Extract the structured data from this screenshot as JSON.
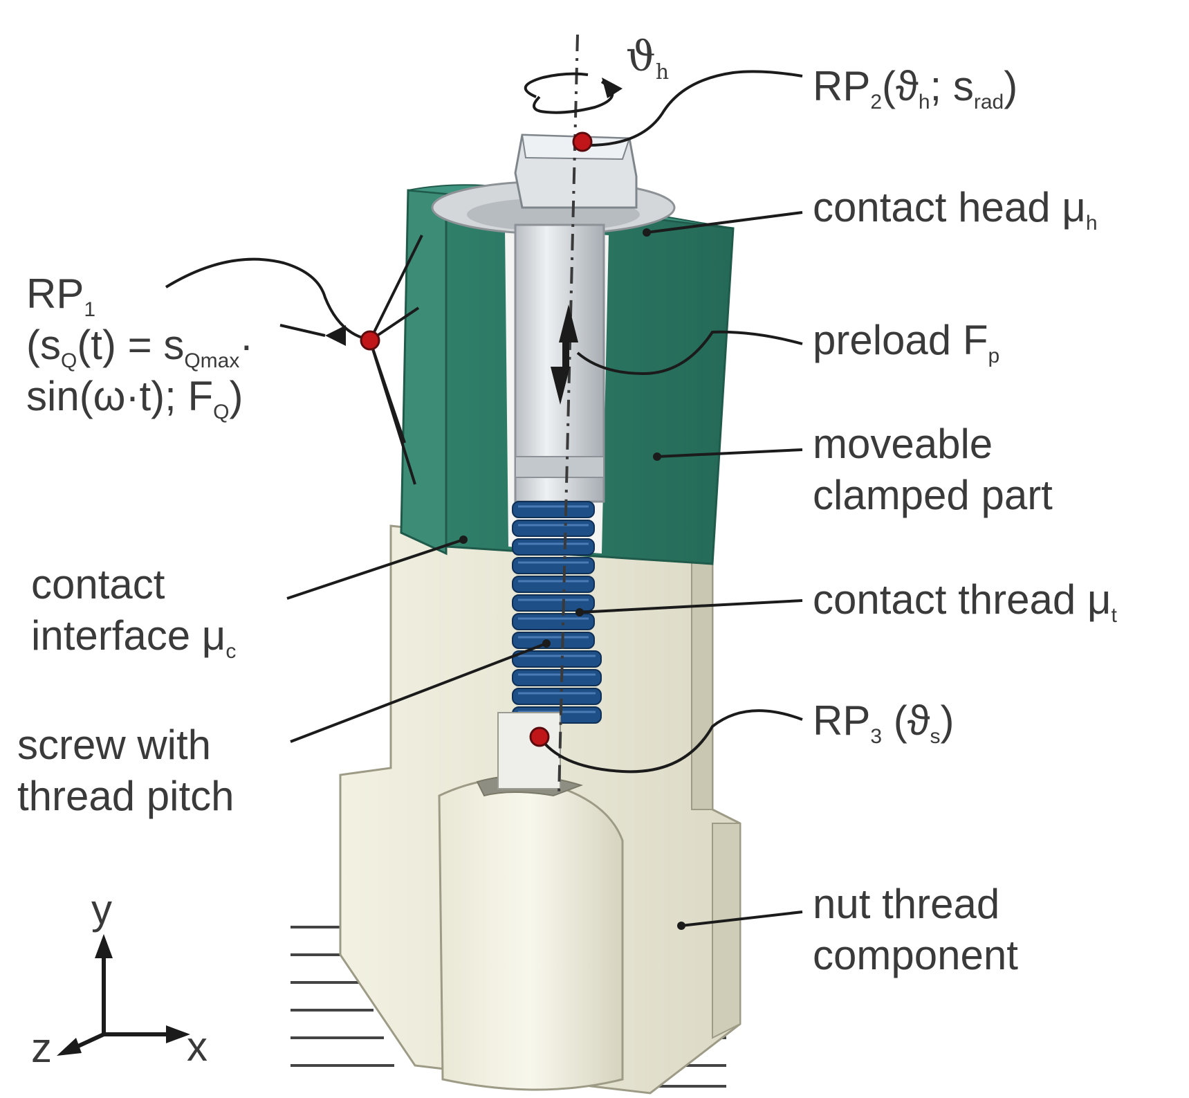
{
  "colors": {
    "clamped_part": "#2e7b66",
    "nut_component": "#efeedd",
    "screw_shank": "#d9dde0",
    "screw_thread": "#1f4f87",
    "reference_point": "#c0161a",
    "text": "#3a3a3a"
  },
  "labels": {
    "rotation_head": {
      "sym": "ϑ",
      "sub": "h"
    },
    "rp2": {
      "main": "RP",
      "sub1": "2",
      "mid": "(ϑ",
      "sub2": "h",
      "mid2": "; s",
      "sub3": "rad",
      "end": ")"
    },
    "contact_head": {
      "main": "contact head μ",
      "sub": "h"
    },
    "rp1": {
      "main": "RP",
      "sub": "1",
      "line2a": "(s",
      "line2sub1": "Q",
      "line2b": "(t) = s",
      "line2sub2": "Qmax",
      "line2c": "·",
      "line3a": "sin(ω·t); F",
      "line3sub": "Q",
      "line3b": ")"
    },
    "preload": {
      "main": "preload F",
      "sub": "p"
    },
    "moveable_part": {
      "line1": "moveable",
      "line2": "clamped part"
    },
    "contact_interface": {
      "line1": "contact",
      "line2": "interface μ",
      "sub": "c"
    },
    "contact_thread": {
      "main": "contact thread μ",
      "sub": "t"
    },
    "screw": {
      "line1": "screw with",
      "line2": "thread pitch"
    },
    "rp3": {
      "main": "RP",
      "sub": "3",
      "mid": " (ϑ",
      "sub2": "s",
      "end": ")"
    },
    "nut_component": {
      "line1": "nut thread",
      "line2": "component"
    }
  },
  "axes": {
    "y": "y",
    "z": "z",
    "x": "x"
  }
}
